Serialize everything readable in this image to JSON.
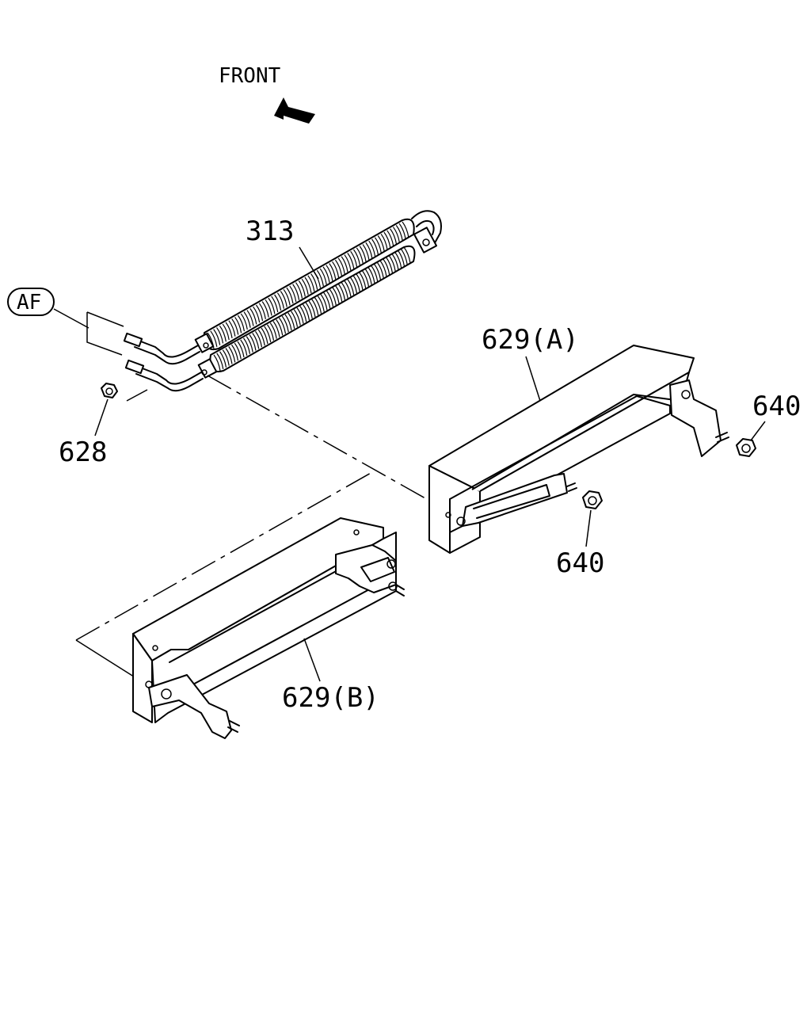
{
  "front_label": "FRONT",
  "callouts": {
    "cooler": "313",
    "af": "AF",
    "nut_left": "628",
    "bracket_a": "629(A)",
    "nut_right": "640",
    "nut_center": "640",
    "bracket_b": "629(B)"
  },
  "icons": {
    "front_arrow": "arrow-up-left-icon"
  }
}
